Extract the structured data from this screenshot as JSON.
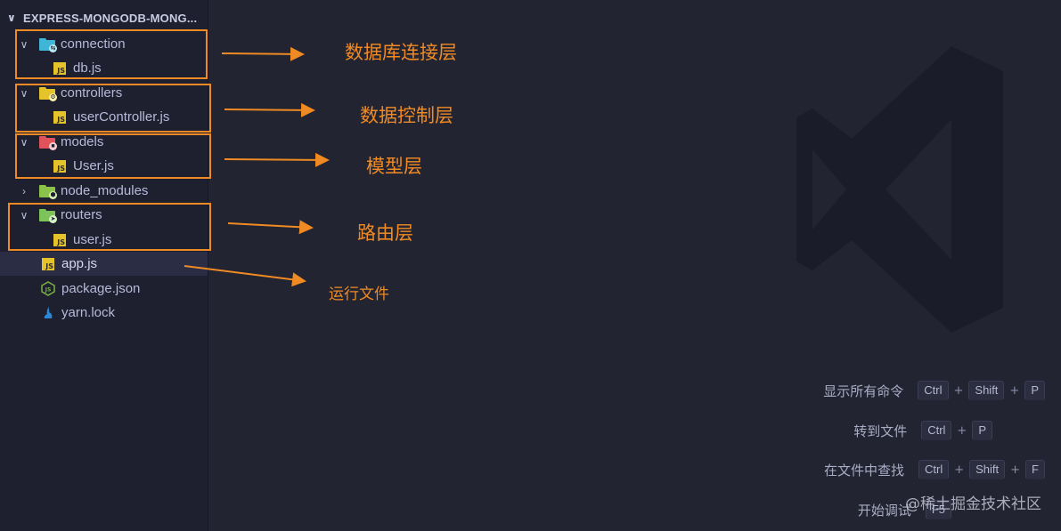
{
  "explorer": {
    "header": "EXPRESS-MONGODB-MONG...",
    "items": [
      {
        "label": "connection",
        "type": "folder",
        "expanded": true,
        "icon": "connection-folder-icon",
        "color": "#3fb6d8"
      },
      {
        "label": "db.js",
        "type": "file",
        "icon": "javascript-file-icon"
      },
      {
        "label": "controllers",
        "type": "folder",
        "expanded": true,
        "icon": "controllers-folder-icon",
        "color": "#e5c32a"
      },
      {
        "label": "userController.js",
        "type": "file",
        "icon": "javascript-file-icon"
      },
      {
        "label": "models",
        "type": "folder",
        "expanded": true,
        "icon": "models-folder-icon",
        "color": "#e0535a"
      },
      {
        "label": "User.js",
        "type": "file",
        "icon": "javascript-file-icon"
      },
      {
        "label": "node_modules",
        "type": "folder",
        "expanded": false,
        "icon": "node-modules-folder-icon",
        "color": "#8bc34a"
      },
      {
        "label": "routers",
        "type": "folder",
        "expanded": true,
        "icon": "routers-folder-icon",
        "color": "#7cc45a"
      },
      {
        "label": "user.js",
        "type": "file",
        "icon": "javascript-file-icon"
      },
      {
        "label": "app.js",
        "type": "file",
        "icon": "javascript-file-icon",
        "selected": true
      },
      {
        "label": "package.json",
        "type": "file",
        "icon": "nodejs-icon"
      },
      {
        "label": "yarn.lock",
        "type": "file",
        "icon": "yarn-icon"
      }
    ]
  },
  "annotations": {
    "connection": "数据库连接层",
    "controllers": "数据控制层",
    "models": "模型层",
    "routers": "路由层",
    "app": "运行文件"
  },
  "shortcuts": [
    {
      "command": "显示所有命令",
      "keys": [
        "Ctrl",
        "Shift",
        "P"
      ]
    },
    {
      "command": "转到文件",
      "keys": [
        "Ctrl",
        "P"
      ]
    },
    {
      "command": "在文件中查找",
      "keys": [
        "Ctrl",
        "Shift",
        "F"
      ]
    },
    {
      "command": "开始调试",
      "keys": [
        "F5"
      ]
    }
  ],
  "watermark": "@稀土掘金技术社区",
  "colors": {
    "annotation": "#f08a24",
    "sidebar_bg": "#1e2030",
    "editor_bg": "#222431",
    "js_icon": "#e5c32a"
  }
}
